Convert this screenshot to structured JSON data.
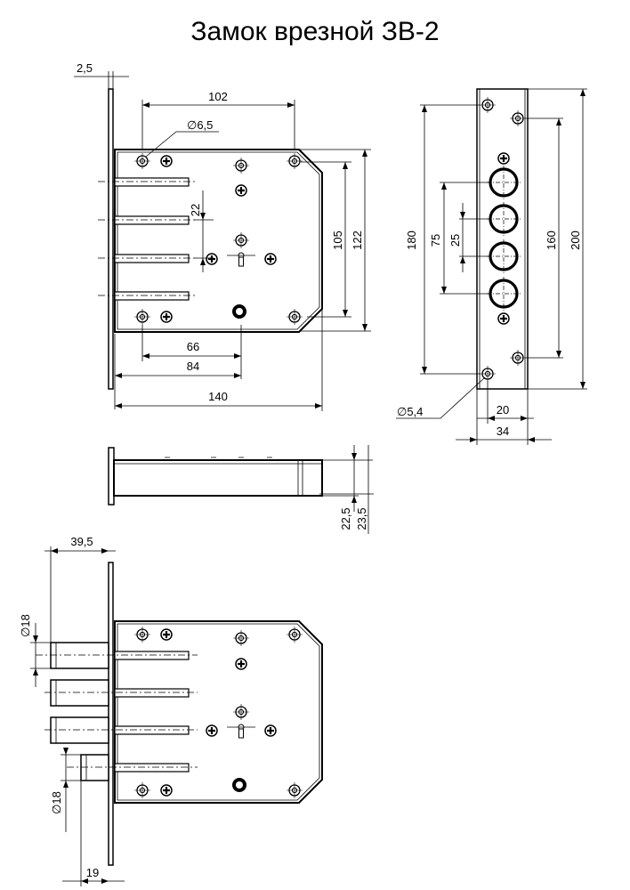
{
  "title": "Замок врезной ЗВ-2",
  "icons": {
    "screw": "phillips-screw-icon",
    "hole": "mounting-hole-icon",
    "bolt": "bolt-circle-icon"
  },
  "front_view": {
    "plate_thickness": "2,5",
    "hole_spacing_width": "102",
    "hole_diameter": "∅6,5",
    "bolt_spacing": "22",
    "key_offset": "66",
    "cylinder_offset": "84",
    "body_width": "140",
    "inner_height": "105",
    "body_height": "122"
  },
  "faceplate_view": {
    "hole_spacing_height": "180",
    "bolt_span": "75",
    "bolt_pitch": "25",
    "hole_spacing_height_2": "160",
    "plate_height": "200",
    "plate_hole_diameter": "∅5,4",
    "bolt_offset": "20",
    "plate_width": "34"
  },
  "side_view": {
    "depth": "22,5",
    "depth_total": "23,5"
  },
  "extended_view": {
    "bolt_projection": "39,5",
    "bolt_diameter_top": "∅18",
    "bolt_diameter_bottom": "∅18",
    "latch_projection": "19"
  }
}
